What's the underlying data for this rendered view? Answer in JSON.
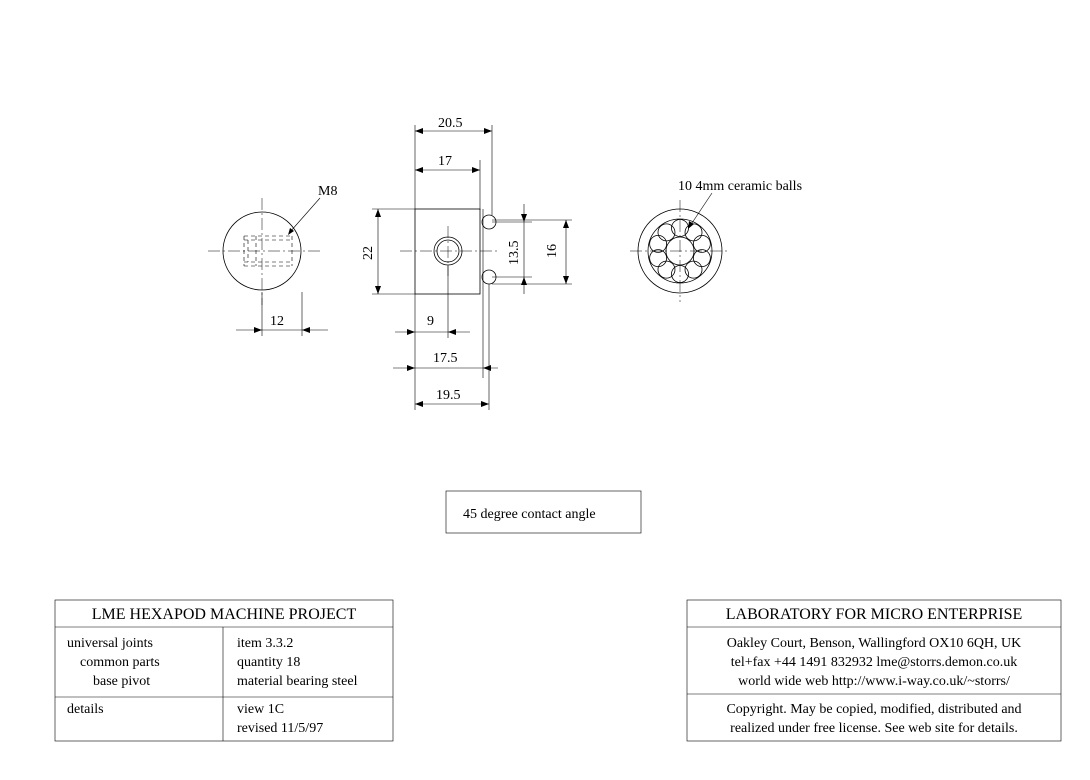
{
  "drawing": {
    "dimensions": {
      "d_20_5": "20.5",
      "d_17": "17",
      "d_22": "22",
      "d_13_5": "13.5",
      "d_16": "16",
      "d_12": "12",
      "d_9": "9",
      "d_17_5": "17.5",
      "d_19_5": "19.5"
    },
    "thread_label": "M8",
    "balls_label": "10 4mm ceramic balls",
    "note": "45 degree contact angle"
  },
  "project_block": {
    "title": "LME HEXAPOD MACHINE  PROJECT",
    "category": [
      "universal joints",
      "common parts",
      "base pivot"
    ],
    "item": [
      "item 3.3.2",
      "quantity 18",
      "material bearing steel"
    ],
    "details_label": "details",
    "view": [
      "view 1C",
      "revised 11/5/97"
    ]
  },
  "lab_block": {
    "title": "LABORATORY FOR MICRO ENTERPRISE",
    "address": [
      "Oakley Court, Benson, Wallingford OX10 6QH, UK",
      "tel+fax +44 1491 832932  lme@storrs.demon.co.uk",
      "world wide web  http://www.i-way.co.uk/~storrs/"
    ],
    "copyright": [
      "Copyright. May be copied, modified, distributed and",
      "realized under free license. See web site for details."
    ]
  }
}
